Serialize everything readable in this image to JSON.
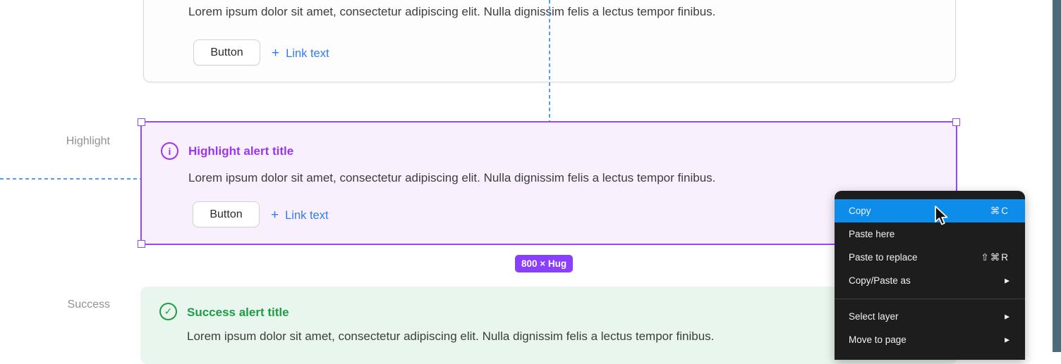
{
  "canvas": {
    "labels": {
      "highlight": "Highlight",
      "success": "Success"
    },
    "guide_color": "#4f9ef8",
    "right_bar_color": "#4e6977"
  },
  "default_alert": {
    "body": "Lorem ipsum dolor sit amet, consectetur adipiscing elit. Nulla dignissim felis a lectus tempor finibus.",
    "button": "Button",
    "plus": "+",
    "link": "Link text"
  },
  "highlight_alert": {
    "icon": "info-circle-icon",
    "icon_glyph": "i",
    "title": "Highlight alert title",
    "body": "Lorem ipsum dolor sit amet, consectetur adipiscing elit. Nulla dignissim felis a lectus tempor finibus.",
    "button": "Button",
    "plus": "+",
    "link": "Link text",
    "accent_color": "#9a36f0",
    "background_color": "#f9f0fe"
  },
  "success_alert": {
    "icon": "check-circle-icon",
    "icon_glyph": "✓",
    "title": "Success alert title",
    "body": "Lorem ipsum dolor sit amet, consectetur adipiscing elit. Nulla dignissim felis a lectus tempor finibus.",
    "accent_color": "#1e9c47",
    "background_color": "#e9f6ee"
  },
  "selection": {
    "size_badge": "800 × Hug",
    "accent_color": "#9747ff",
    "badge_color": "#8a3ffc"
  },
  "context_menu": {
    "background_color": "#1d1d1d",
    "highlight_color": "#0d8ce9",
    "items": [
      {
        "label": "Copy",
        "shortcut": "⌘C",
        "highlighted": true
      },
      {
        "label": "Paste here",
        "shortcut": ""
      },
      {
        "label": "Paste to replace",
        "shortcut": "⇧⌘R"
      },
      {
        "label": "Copy/Paste as",
        "submenu": "▶"
      },
      {
        "label": "Select layer",
        "submenu": "▶"
      },
      {
        "label": "Move to page",
        "submenu": "▶"
      }
    ]
  }
}
